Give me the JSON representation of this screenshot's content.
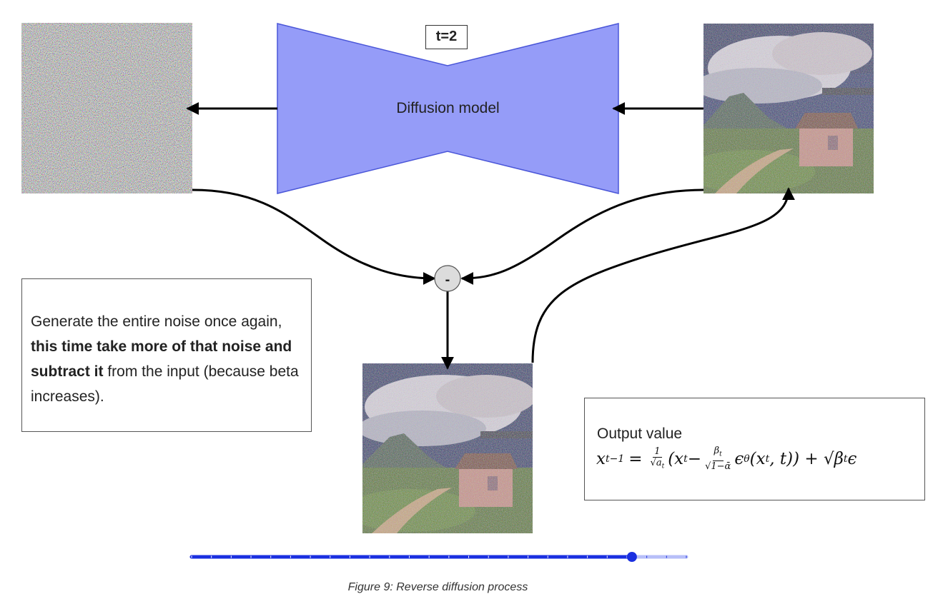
{
  "model": {
    "label": "Diffusion model",
    "timestep_label": "t=2",
    "fill_color": "#959cf8",
    "stroke_color": "#4a56d8"
  },
  "explanation": {
    "line1": "Generate the entire noise once again,",
    "bold": "this time take more of that noise and subtract it",
    "rest": " from the input (because beta increases)."
  },
  "operator": {
    "symbol": "-"
  },
  "output": {
    "label": "Output value",
    "formula_lhs": "x",
    "formula_lhs_sub": "t−1",
    "formula_text": "= ",
    "frac1_num": "1",
    "frac1_den": "√a",
    "frac1_den_sub": "t",
    "formula_mid": "(x",
    "formula_mid_sub": "t",
    "formula_minus": " − ",
    "frac2_num": "β",
    "frac2_num_sub": "t",
    "frac2_den": "√1−ᾱ",
    "formula_eps": "ϵ",
    "formula_eps_sub": "θ",
    "formula_args": "(x",
    "formula_args_sub": "t",
    "formula_args_end": ", t)) + √β",
    "formula_beta_sub": "t",
    "formula_end": "ϵ"
  },
  "slider": {
    "value_fraction": 0.89,
    "active_color": "#1a2fe0",
    "inactive_color": "#b7bff8"
  },
  "caption": "Figure 9: Reverse diffusion process",
  "colors": {
    "arrow": "#000000",
    "accent": "#1a2fe0"
  }
}
